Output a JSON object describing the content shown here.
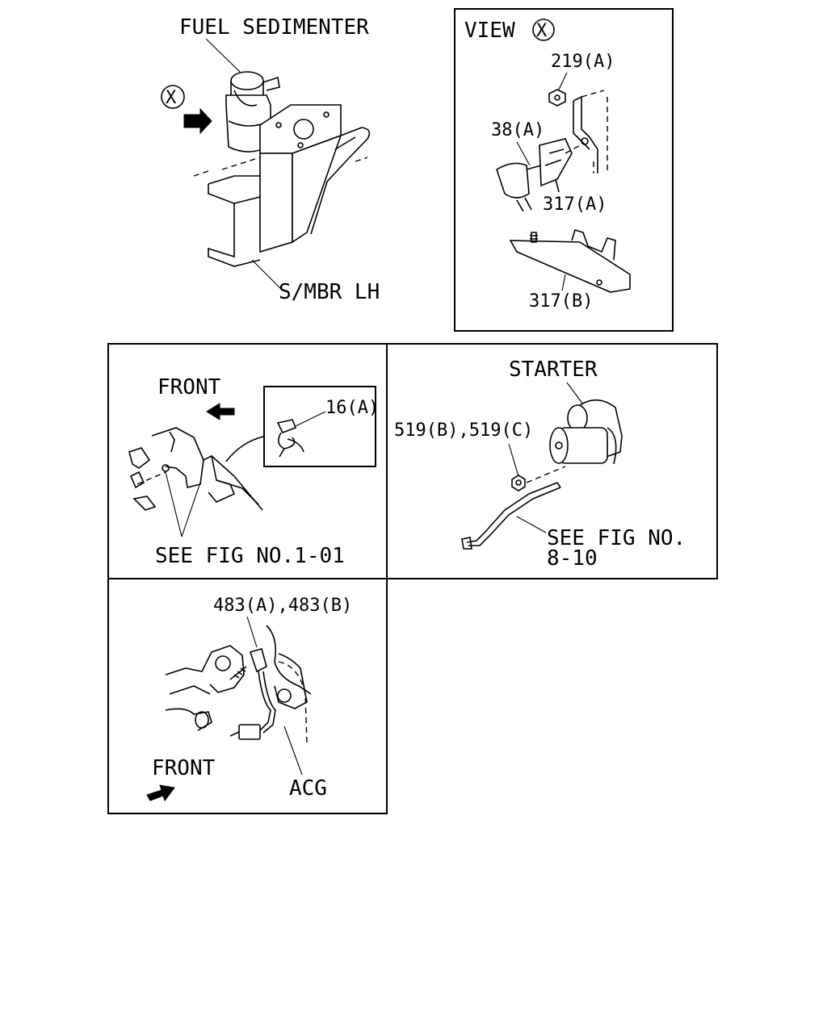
{
  "panel_top_left": {
    "title": "FUEL SEDIMENTER",
    "view_marker": "X",
    "member_label": "S/MBR LH"
  },
  "panel_top_right": {
    "title_text": "VIEW",
    "title_marker": "X",
    "part_219": "219(A)",
    "part_38": "38(A)",
    "part_317a": "317(A)",
    "part_317b": "317(B)"
  },
  "panel_mid_left": {
    "front_label": "FRONT",
    "part_16": "16(A)",
    "see_fig": "SEE FIG NO.1-01"
  },
  "panel_mid_right": {
    "title": "STARTER",
    "part_519": "519(B),519(C)",
    "see_fig_line1": "SEE FIG NO.",
    "see_fig_line2": "8-10"
  },
  "panel_bottom_left": {
    "part_483": "483(A),483(B)",
    "front_label": "FRONT",
    "acg_label": "ACG"
  },
  "icons": [
    "front-arrow-icon",
    "view-x-circle-icon"
  ]
}
